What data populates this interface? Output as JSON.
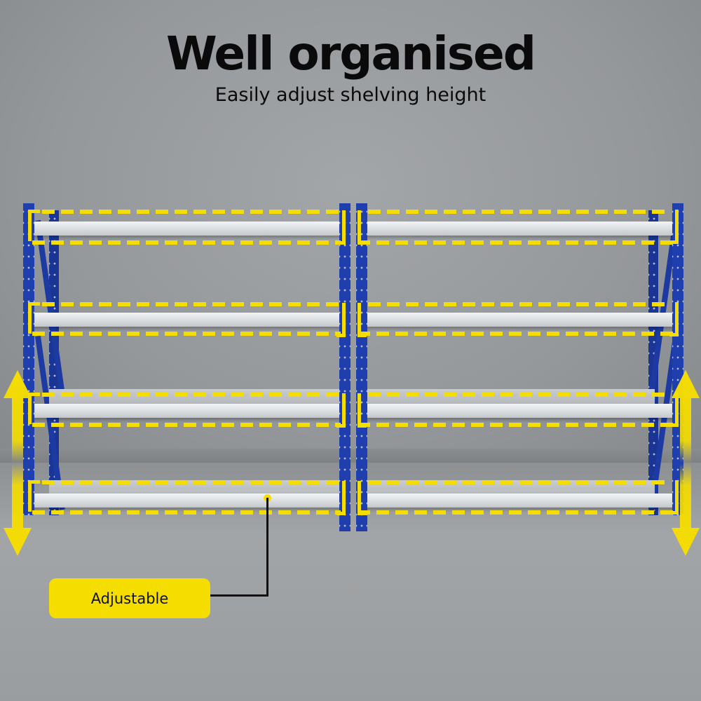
{
  "header": {
    "title": "Well organised",
    "subtitle": "Easily adjust shelving height"
  },
  "callout": {
    "label": "Adjustable"
  },
  "product": {
    "type": "2-bay garage shelving unit",
    "shelf_levels": 4,
    "bays": 2
  },
  "colors": {
    "frame_blue": "#1f3fae",
    "highlight_yellow": "#f5dd00",
    "shelf_white": "#e6e9eb",
    "wall_grey": "#989b9e",
    "text": "#0a0a0a"
  },
  "icons": {
    "left_arrow": "double-vertical-arrow",
    "right_arrow": "double-vertical-arrow"
  }
}
